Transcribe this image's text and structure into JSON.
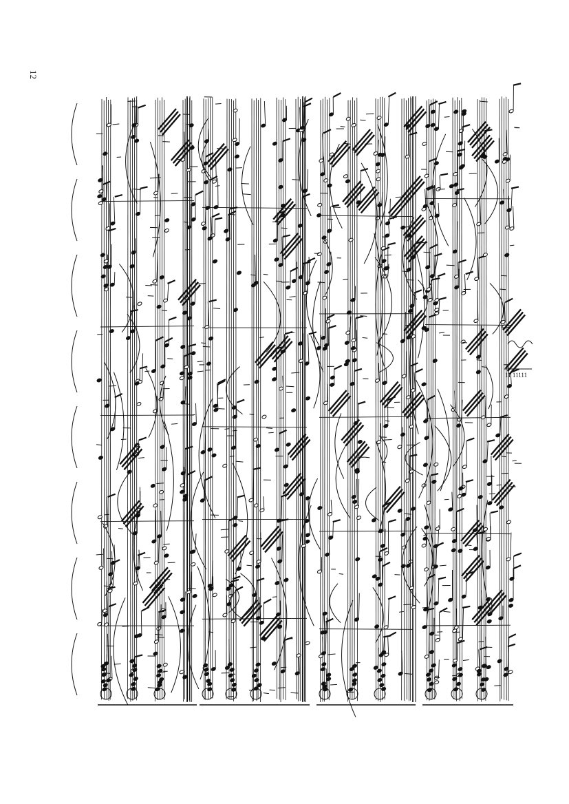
{
  "document": {
    "page_number": "12",
    "ink_color": "#111111",
    "paper_color": "#ffffff",
    "systems": 4,
    "orientation": "rotated-90",
    "marginal_fingering_text": "11 11111"
  }
}
